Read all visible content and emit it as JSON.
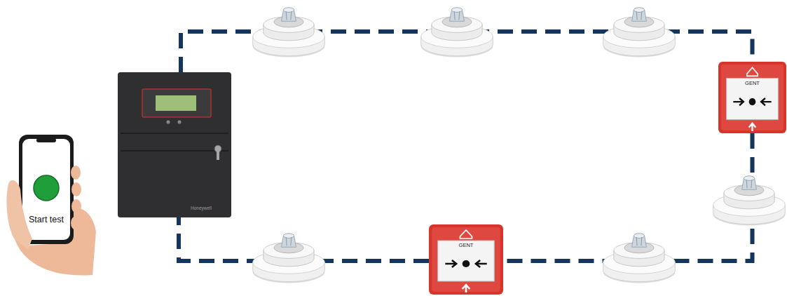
{
  "diagram": {
    "nodes": [
      {
        "text": [
          "Start test"
        ]
      },
      {
        "text": [
          "Honeywell"
        ]
      },
      {
        "text": [
          "GENT"
        ]
      },
      {
        "text": [
          "GENT"
        ]
      }
    ],
    "edges": [
      {
        "from": 1,
        "to": 2,
        "arrow": "none"
      },
      {
        "from": 2,
        "to": 3,
        "arrow": "none"
      },
      {
        "from": 3,
        "to": 1,
        "arrow": "none"
      }
    ]
  }
}
